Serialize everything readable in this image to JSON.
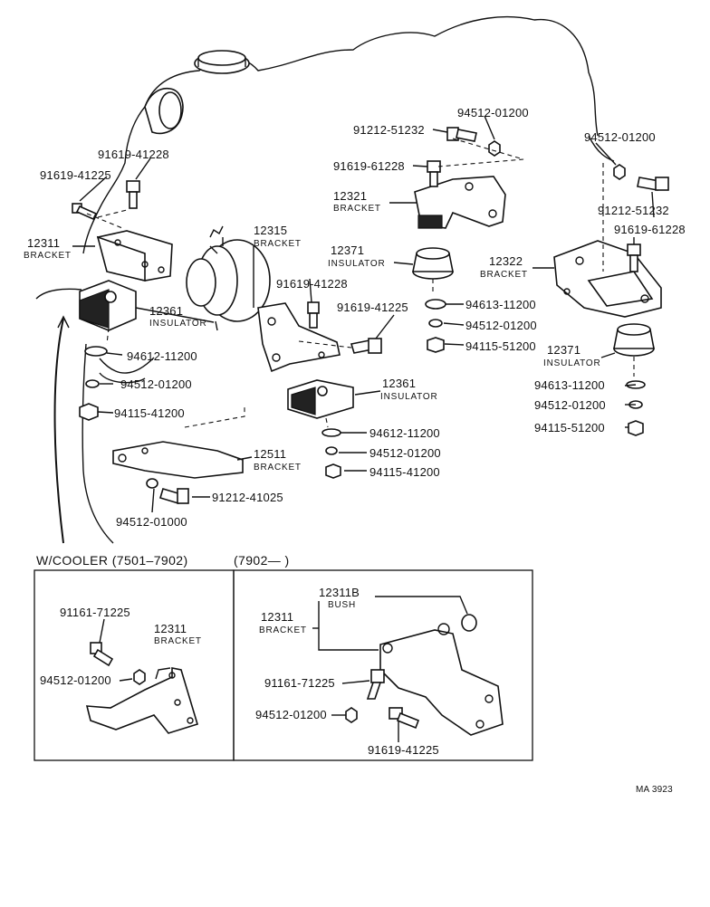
{
  "labels": {
    "l01": "94512-01200",
    "l02": "91212-51232",
    "l03": "91619-61228",
    "l04": "12321",
    "l05": "BRACKET",
    "l06": "94512-01200",
    "l07": "91212-51232",
    "l08": "91619-61228",
    "l09": "12322",
    "l10": "BRACKET",
    "l11": "91619-41228",
    "l12": "91619-41225",
    "l13": "12311",
    "l14": "BRACKET",
    "l15": "12315",
    "l16": "BRACKET",
    "l17": "12371",
    "l18": "INSULATOR",
    "l19": "91619-41228",
    "l20": "91619-41225",
    "l21": "12361",
    "l22": "INSULATOR",
    "l23": "94612-11200",
    "l24": "94512-01200",
    "l25": "94115-41200",
    "l26": "94613-11200",
    "l27": "94512-01200",
    "l28": "94115-51200",
    "l29": "12371",
    "l30": "INSULATOR",
    "l31": "94613-11200",
    "l32": "94512-01200",
    "l33": "94115-51200",
    "l34": "12361",
    "l35": "INSULATOR",
    "l36": "94612-11200",
    "l37": "94512-01200",
    "l38": "94115-41200",
    "l39": "12511",
    "l40": "BRACKET",
    "l41": "91212-41025",
    "l42": "94512-01000"
  },
  "panels": {
    "left_title": "W/COOLER (7501–7902)",
    "right_title": "(7902—       )",
    "left": {
      "p1": "91161-71225",
      "p2": "12311",
      "p3": "BRACKET",
      "p4": "94512-01200"
    },
    "right": {
      "p1": "12311B",
      "p2": "BUSH",
      "p3": "12311",
      "p4": "BRACKET",
      "p5": "91161-71225",
      "p6": "94512-01200",
      "p7": "91619-41225"
    }
  },
  "ref_code": "MA 3923"
}
